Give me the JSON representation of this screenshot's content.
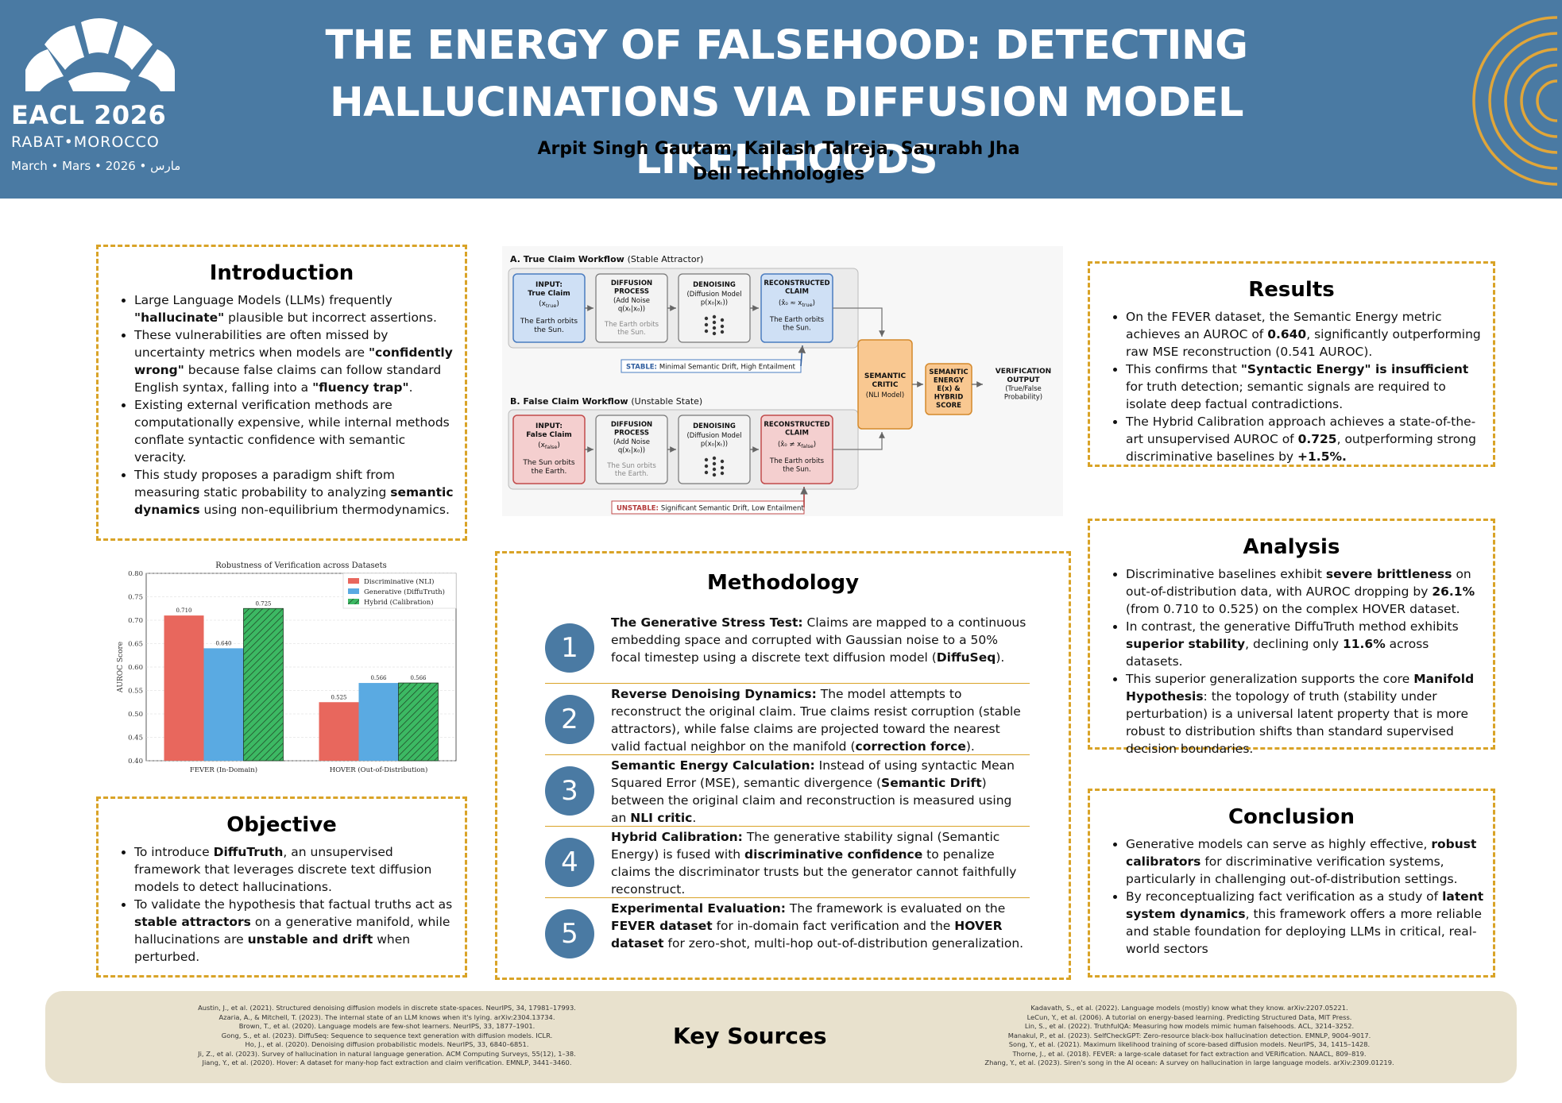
{
  "header": {
    "logo": {
      "conference": "EACL 2026",
      "location": "RABAT•MOROCCO",
      "date": "March • Mars • 2026 • مارس"
    },
    "title_line1": "THE ENERGY OF FALSEHOOD: DETECTING",
    "title_line2": "HALLUCINATIONS VIA DIFFUSION MODEL LIKELIHOODS",
    "authors": "Arpit Singh Gautam, Kailash Talreja, Saurabh Jha",
    "affiliation": "Dell Technologies"
  },
  "introduction": {
    "title": "Introduction",
    "bullets": [
      "Large Language Models (LLMs) frequently <b>\"hallucinate\"</b> plausible but incorrect assertions.",
      "These vulnerabilities are often missed by uncertainty metrics when models are <b>\"confidently wrong\"</b> because false claims can follow standard English syntax, falling into a <b>\"fluency trap\"</b>.",
      "Existing external verification methods are computationally expensive, while internal methods conflate syntactic confidence with semantic veracity.",
      "This study proposes a paradigm shift from measuring static probability to analyzing <b>semantic dynamics</b> using non-equilibrium thermodynamics."
    ]
  },
  "objective": {
    "title": "Objective",
    "bullets": [
      "To introduce <b>DiffuTruth</b>, an unsupervised framework that leverages discrete text diffusion models to detect hallucinations.",
      "To validate the hypothesis that factual truths act as <b>stable attractors</b> on a generative manifold, while hallucinations are <b>unstable and drift</b> when perturbed."
    ]
  },
  "results": {
    "title": "Results",
    "bullets": [
      "On the FEVER dataset, the Semantic Energy metric achieves an AUROC of <b>0.640</b>, significantly outperforming raw MSE reconstruction (0.541 AUROC).",
      "This confirms that <b>\"Syntactic Energy\" is insufficient</b> for truth detection; semantic signals are required to isolate deep factual contradictions.",
      "The Hybrid Calibration approach achieves a state-of-the-art unsupervised AUROC of <b>0.725</b>, outperforming strong discriminative baselines by <b>+1.5%.</b>"
    ]
  },
  "analysis": {
    "title": "Analysis",
    "bullets": [
      "Discriminative baselines exhibit <b>severe brittleness</b> on out-of-distribution data, with AUROC dropping by <b>26.1%</b> (from 0.710 to 0.525) on the complex HOVER dataset.",
      "In contrast, the generative DiffuTruth method exhibits <b>superior stability</b>, declining only <b>11.6%</b> across datasets.",
      "This superior generalization supports the core <b>Manifold Hypothesis</b>: the topology of truth (stability under perturbation) is a universal latent property that is more robust to distribution shifts than standard supervised decision boundaries."
    ]
  },
  "conclusion": {
    "title": "Conclusion",
    "bullets": [
      "Generative models can serve as highly effective, <b>robust calibrators</b> for discriminative verification systems, particularly in challenging out-of-distribution settings.",
      "By reconceptualizing fact verification as a study of <b>latent system dynamics</b>, this framework offers a more reliable and stable foundation for deploying LLMs in critical, real-world sectors"
    ]
  },
  "methodology": {
    "title": "Methodology",
    "steps": [
      {
        "num": "1",
        "html": "<b>The Generative Stress Test:</b> Claims are mapped to a continuous embedding space and corrupted with Gaussian noise to a 50% focal timestep using a discrete text diffusion model (<b>DiffuSeq</b>)."
      },
      {
        "num": "2",
        "html": "<b>Reverse Denoising Dynamics:</b> The model attempts to reconstruct the original claim. True claims resist corruption (stable attractors), while false claims are projected toward the nearest valid factual neighbor on the manifold (<b>correction force</b>)."
      },
      {
        "num": "3",
        "html": "<b>Semantic Energy Calculation:</b> Instead of using syntactic Mean Squared Error (MSE), semantic divergence (<b>Semantic Drift</b>) between the original claim and reconstruction is measured using an <b>NLI critic</b>."
      },
      {
        "num": "4",
        "html": "<b>Hybrid Calibration:</b> The generative stability signal (Semantic Energy) is fused with <b>discriminative confidence</b> to penalize claims the discriminator trusts but the generator cannot faithfully reconstruct."
      },
      {
        "num": "5",
        "html": "<b>Experimental Evaluation:</b> The framework is evaluated on the <b>FEVER dataset</b> for in-domain fact verification and the <b>HOVER dataset</b> for zero-shot, multi-hop out-of-distribution generalization."
      }
    ]
  },
  "workflow": {
    "a_title": "A. True Claim Workflow",
    "a_sub": "(Stable Attractor)",
    "b_title": "B. False Claim Workflow",
    "b_sub": "(Unstable State)",
    "input_true": [
      "INPUT:",
      "True Claim",
      "(x",
      "true",
      ")",
      "The Earth orbits",
      "the Sun."
    ],
    "input_false": [
      "INPUT:",
      "False Claim",
      "(x",
      "false",
      ")",
      "The Sun orbits",
      "the Earth."
    ],
    "diffusion": [
      "DIFFUSION",
      "PROCESS",
      "(Add Noise",
      "q(xₜ|x₀))"
    ],
    "diffusion_true_text": [
      "The Earth orbits",
      "the Sun."
    ],
    "diffusion_false_text": [
      "The Sun orbits",
      "the Earth."
    ],
    "denoising": [
      "DENOISING",
      "(Diffusion Model",
      "p(x₀|xₜ))"
    ],
    "recon": [
      "RECONSTRUCTED",
      "CLAIM"
    ],
    "recon_true_eq": "(x̂₀ ≈ x",
    "recon_true_sub": "true",
    "recon_false_eq": "(x̂₀ ≠ x",
    "recon_false_sub": "false",
    "recon_text": [
      "The Earth orbits",
      "the Sun."
    ],
    "stable_label": "STABLE:",
    "stable_text": "Minimal Semantic Drift, High Entailment",
    "unstable_label": "UNSTABLE:",
    "unstable_text": "Significant Semantic Drift, Low Entailment",
    "critic": [
      "SEMANTIC",
      "CRITIC",
      "(NLI Model)"
    ],
    "energy": [
      "SEMANTIC",
      "ENERGY",
      "E(x) &",
      "HYBRID",
      "SCORE"
    ],
    "output": [
      "VERIFICATION",
      "OUTPUT",
      "(True/False",
      "Probability)"
    ]
  },
  "chart_data": {
    "type": "bar",
    "title": "Robustness of Verification across Datasets",
    "xlabel": "",
    "ylabel": "AUROC Score",
    "ylim": [
      0.4,
      0.8
    ],
    "yticks": [
      "0.40",
      "0.45",
      "0.50",
      "0.55",
      "0.60",
      "0.65",
      "0.70",
      "0.75",
      "0.80"
    ],
    "categories": [
      "FEVER (In-Domain)",
      "HOVER (Out-of-Distribution)"
    ],
    "series": [
      {
        "name": "Discriminative (NLI)",
        "values": [
          0.71,
          0.525
        ],
        "labels": [
          "0.710",
          "0.525"
        ],
        "color": "#e8675d"
      },
      {
        "name": "Generative (DiffuTruth)",
        "values": [
          0.64,
          0.566
        ],
        "labels": [
          "0.640",
          "0.566"
        ],
        "color": "#5aaae2"
      },
      {
        "name": "Hybrid (Calibration)",
        "values": [
          0.725,
          0.566
        ],
        "labels": [
          "0.725",
          "0.566"
        ],
        "color": "#3cb963"
      }
    ],
    "legend": "top-right",
    "grid": true
  },
  "key_sources": {
    "title": "Key Sources",
    "left": [
      "Austin, J., et al. (2021). Structured denoising diffusion models in discrete state-spaces. NeurIPS, 34, 17981–17993.",
      "Azaria, A., & Mitchell, T. (2023). The internal state of an LLM knows when it's lying. arXiv:2304.13734.",
      "Brown, T., et al. (2020). Language models are few-shot learners. NeurIPS, 33, 1877–1901.",
      "Gong, S., et al. (2023). DiffuSeq: Sequence to sequence text generation with diffusion models. ICLR.",
      "Ho, J., et al. (2020). Denoising diffusion probabilistic models. NeurIPS, 33, 6840–6851.",
      "Ji, Z., et al. (2023). Survey of hallucination in natural language generation. ACM Computing Surveys, 55(12), 1–38.",
      "Jiang, Y., et al. (2020). Hover: A dataset for many-hop fact extraction and claim verification. EMNLP, 3441–3460."
    ],
    "right": [
      "Kadavath, S., et al. (2022). Language models (mostly) know what they know. arXiv:2207.05221.",
      "LeCun, Y., et al. (2006). A tutorial on energy-based learning. Predicting Structured Data, MIT Press.",
      "Lin, S., et al. (2022). TruthfulQA: Measuring how models mimic human falsehoods. ACL, 3214–3252.",
      "Manakul, P., et al. (2023). SelfCheckGPT: Zero-resource black-box hallucination detection. EMNLP, 9004–9017.",
      "Song, Y., et al. (2021). Maximum likelihood training of score-based diffusion models. NeurIPS, 34, 1415–1428.",
      "Thorne, J., et al. (2018). FEVER: a large-scale dataset for fact extraction and VERification. NAACL, 809–819.",
      "Zhang, Y., et al. (2023). Siren's song in the AI ocean: A survey on hallucination in large language models. arXiv:2309.01219."
    ]
  }
}
